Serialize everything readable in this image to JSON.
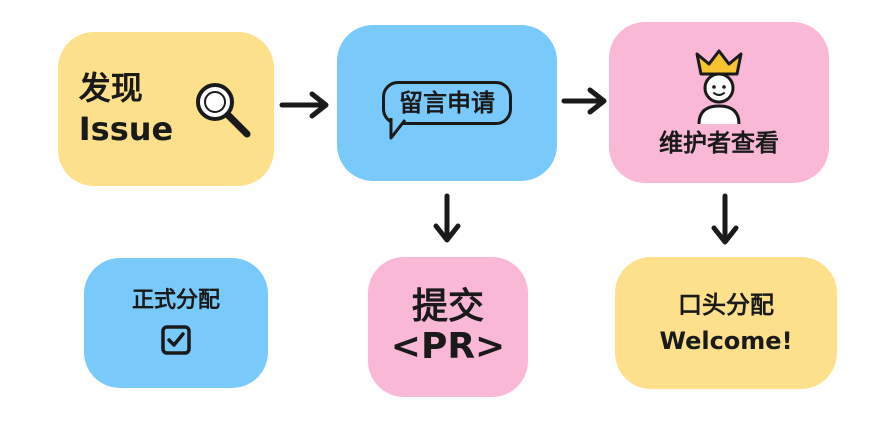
{
  "nodes": {
    "discover": {
      "line1": "发现",
      "line2": "Issue",
      "icon": "magnifier-icon",
      "color": "#fce08b"
    },
    "comment": {
      "text": "留言申请",
      "icon": "speech-bubble-icon",
      "color": "#79c9fb"
    },
    "maintainer": {
      "text": "维护者查看",
      "icon": "crowned-person-icon",
      "color": "#f9b8d6"
    },
    "formal_assign": {
      "text": "正式分配",
      "icon": "checkbox-icon",
      "color": "#79c9fb"
    },
    "submit_pr": {
      "line1": "提交",
      "line2": "<PR>",
      "color": "#f9b8d6"
    },
    "verbal_assign": {
      "line1": "口头分配",
      "line2": "Welcome!",
      "color": "#fce08b"
    }
  },
  "edges": [
    {
      "from": "discover",
      "to": "comment",
      "direction": "right"
    },
    {
      "from": "comment",
      "to": "maintainer",
      "direction": "right"
    },
    {
      "from": "comment",
      "to": "submit_pr",
      "direction": "down"
    },
    {
      "from": "maintainer",
      "to": "verbal_assign",
      "direction": "down"
    }
  ]
}
